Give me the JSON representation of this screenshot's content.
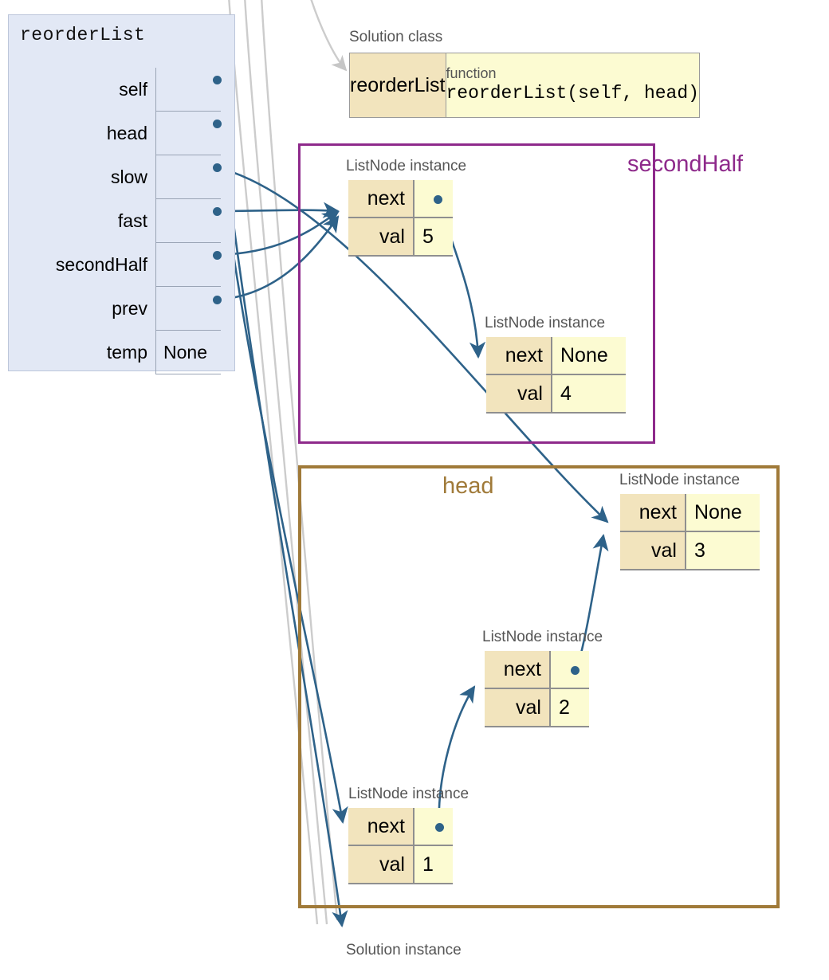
{
  "frame": {
    "title": "reorderList",
    "variables": [
      {
        "name": "self",
        "value": "",
        "is_pointer": true
      },
      {
        "name": "head",
        "value": "",
        "is_pointer": true
      },
      {
        "name": "slow",
        "value": "",
        "is_pointer": true
      },
      {
        "name": "fast",
        "value": "",
        "is_pointer": true
      },
      {
        "name": "secondHalf",
        "value": "",
        "is_pointer": true
      },
      {
        "name": "prev",
        "value": "",
        "is_pointer": true
      },
      {
        "name": "temp",
        "value": "None",
        "is_pointer": false
      }
    ]
  },
  "solution_class": {
    "label": "Solution class",
    "attr_name": "reorderList",
    "value_kind": "function",
    "value_signature": "reorderList(self, head)"
  },
  "groups": [
    {
      "id": "secondHalf",
      "title": "secondHalf",
      "color": "#8e2a8b"
    },
    {
      "id": "head",
      "title": "head",
      "color": "#a07a39"
    }
  ],
  "nodes": [
    {
      "id": "n5",
      "label": "ListNode instance",
      "group": "secondHalf",
      "fields": [
        {
          "key": "next",
          "value": "",
          "is_pointer": true
        },
        {
          "key": "val",
          "value": "5",
          "is_pointer": false
        }
      ]
    },
    {
      "id": "n4",
      "label": "ListNode instance",
      "group": "secondHalf",
      "fields": [
        {
          "key": "next",
          "value": "None",
          "is_pointer": false
        },
        {
          "key": "val",
          "value": "4",
          "is_pointer": false
        }
      ]
    },
    {
      "id": "n3",
      "label": "ListNode instance",
      "group": "head",
      "fields": [
        {
          "key": "next",
          "value": "None",
          "is_pointer": false
        },
        {
          "key": "val",
          "value": "3",
          "is_pointer": false
        }
      ]
    },
    {
      "id": "n2",
      "label": "ListNode instance",
      "group": "head",
      "fields": [
        {
          "key": "next",
          "value": "",
          "is_pointer": true
        },
        {
          "key": "val",
          "value": "2",
          "is_pointer": false
        }
      ]
    },
    {
      "id": "n1",
      "label": "ListNode instance",
      "group": "head",
      "fields": [
        {
          "key": "next",
          "value": "",
          "is_pointer": true
        },
        {
          "key": "val",
          "value": "1",
          "is_pointer": false
        }
      ]
    }
  ],
  "solution_instance_label": "Solution instance",
  "colors": {
    "frame_bg": "#e2e8f5",
    "arrow": "#2e6289",
    "ghost_arrow": "#cccccc",
    "node_key_bg": "#f2e4bd",
    "node_val_bg": "#fcfbd2",
    "secondHalf_border": "#8e2a8b",
    "head_border": "#a07a39"
  }
}
